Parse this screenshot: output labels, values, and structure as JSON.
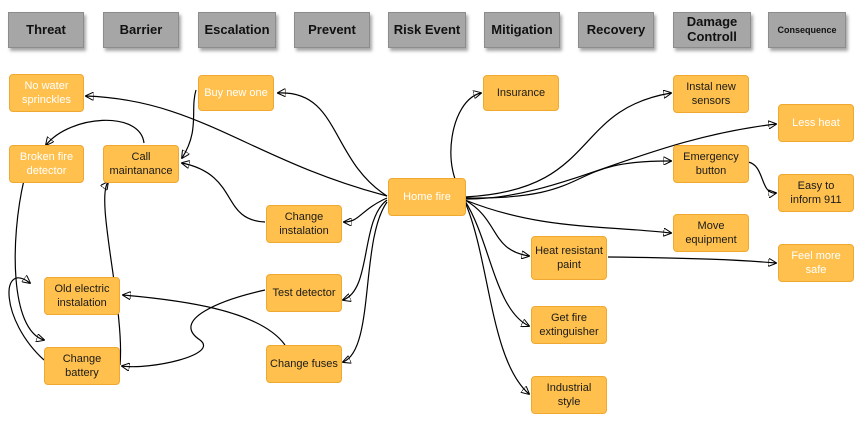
{
  "headers": [
    {
      "id": "threat",
      "label": "Threat"
    },
    {
      "id": "barrier",
      "label": "Barrier"
    },
    {
      "id": "escalation",
      "label": "Escalation"
    },
    {
      "id": "prevent",
      "label": "Prevent"
    },
    {
      "id": "risk-event",
      "label": "Risk Event"
    },
    {
      "id": "mitigation",
      "label": "Mitigation"
    },
    {
      "id": "recovery",
      "label": "Recovery"
    },
    {
      "id": "damage-controll",
      "label": "Damage Controll"
    },
    {
      "id": "consequence",
      "label": "Consequence"
    }
  ],
  "nodes": [
    {
      "id": "no-water",
      "label": "No water sprinckles"
    },
    {
      "id": "buy-new",
      "label": "Buy new one"
    },
    {
      "id": "broken-detector",
      "label": "Broken fire detector"
    },
    {
      "id": "call-maint",
      "label": "Call maintanance"
    },
    {
      "id": "change-inst",
      "label": "Change instalation"
    },
    {
      "id": "home-fire",
      "label": "Home fire"
    },
    {
      "id": "old-electric",
      "label": "Old electric instalation"
    },
    {
      "id": "test-detector",
      "label": "Test detector"
    },
    {
      "id": "change-battery",
      "label": "Change battery"
    },
    {
      "id": "change-fuses",
      "label": "Change fuses"
    },
    {
      "id": "insurance",
      "label": "Insurance"
    },
    {
      "id": "heat-paint",
      "label": "Heat resistant paint"
    },
    {
      "id": "get-ext",
      "label": "Get fire extinguisher"
    },
    {
      "id": "industrial",
      "label": "Industrial style"
    },
    {
      "id": "install-sensors",
      "label": "Instal new sensors"
    },
    {
      "id": "emergency",
      "label": "Emergency button"
    },
    {
      "id": "move-equip",
      "label": "Move equipment"
    },
    {
      "id": "less-heat",
      "label": "Less heat"
    },
    {
      "id": "inform-911",
      "label": "Easy to inform 911"
    },
    {
      "id": "feel-safe",
      "label": "Feel more safe"
    }
  ],
  "colors": {
    "header_fill": "#a6a6a6",
    "node_fill": "#ffc04d",
    "node_text": "#ffffff",
    "line": "#000000"
  }
}
